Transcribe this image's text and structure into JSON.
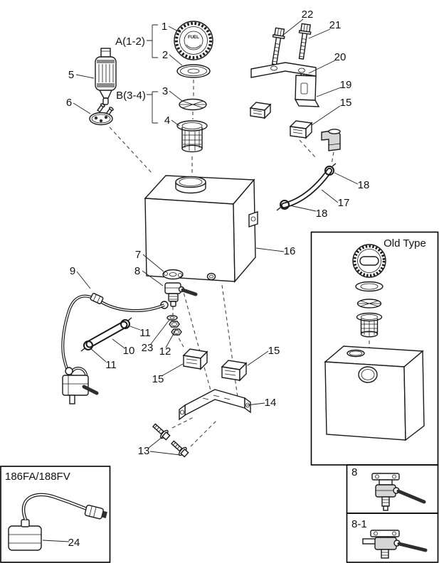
{
  "diagram": {
    "cap_text": "FUEL",
    "ink_color": "#1a1a1a",
    "background_color": "#ffffff",
    "group_labels": {
      "a": "A(1-2)",
      "b": "B(3-4)"
    },
    "boxes": {
      "old_type": "Old Type",
      "variant": "186FA/188FV",
      "inset_top": "8",
      "inset_bottom": "8-1"
    },
    "callouts": {
      "c1": "1",
      "c2": "2",
      "c3": "3",
      "c4": "4",
      "c5": "5",
      "c6": "6",
      "c7": "7",
      "c8": "8",
      "c9": "9",
      "c10": "10",
      "c11a": "11",
      "c11b": "11",
      "c12": "12",
      "c13": "13",
      "c14": "14",
      "c15a": "15",
      "c15b": "15",
      "c15c": "15",
      "c16": "16",
      "c17": "17",
      "c18a": "18",
      "c18b": "18",
      "c19": "19",
      "c20": "20",
      "c21": "21",
      "c22": "22",
      "c23": "23",
      "c24": "24"
    }
  }
}
